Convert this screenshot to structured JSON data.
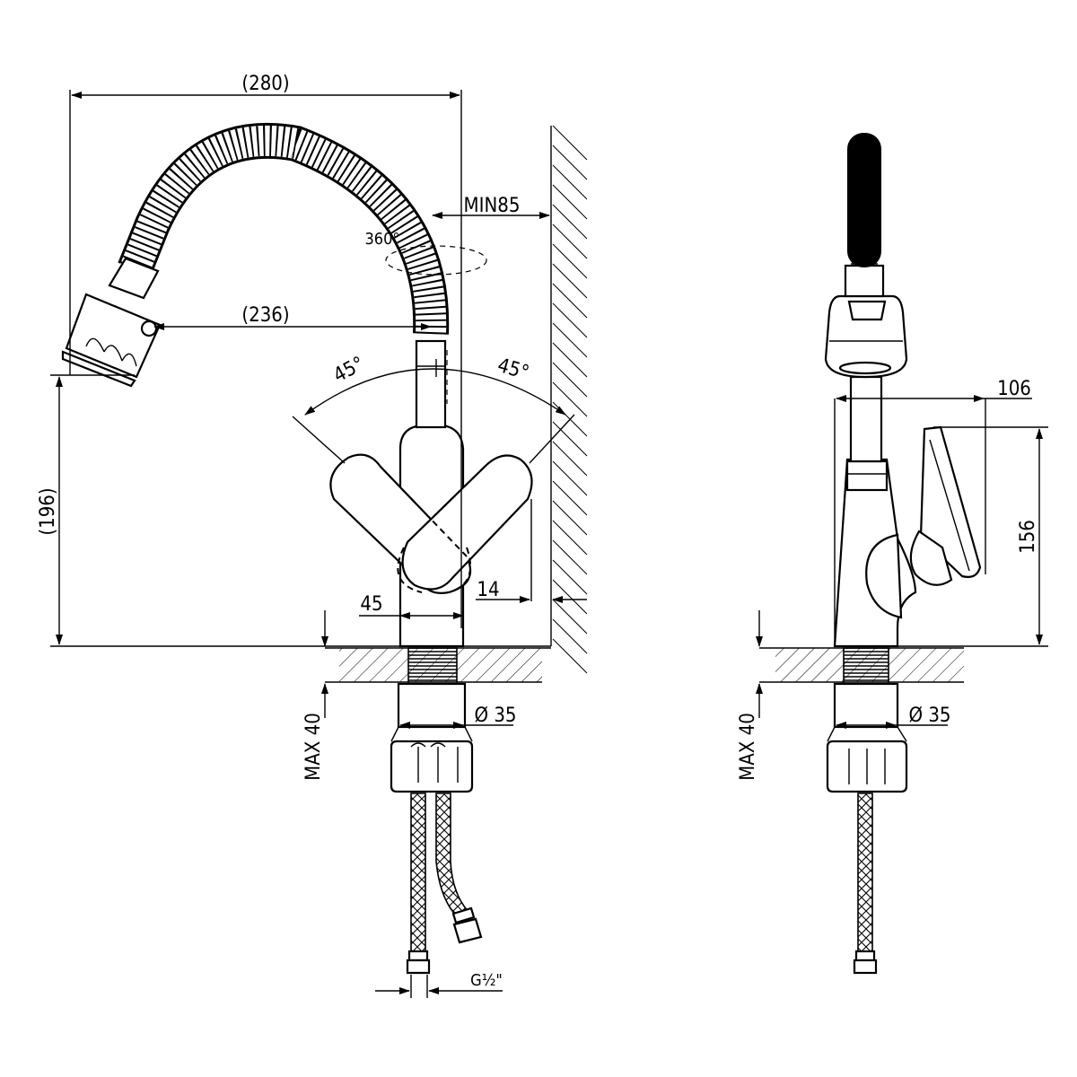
{
  "front_view": {
    "dims": {
      "reach_total": "(280)",
      "reach_spout": "(236)",
      "height_spout": "(196)",
      "wall_min": "MIN85",
      "swivel": "360°",
      "handle_left_angle": "45°",
      "handle_right_angle": "45°",
      "body_width": "45",
      "wall_gap": "14",
      "mount_diameter": "Ø 35",
      "max_deck": "MAX 40",
      "thread": "G½\""
    }
  },
  "side_view": {
    "dims": {
      "handle_reach": "106",
      "handle_height": "156",
      "mount_diameter": "Ø 35",
      "max_deck": "MAX 40"
    }
  }
}
